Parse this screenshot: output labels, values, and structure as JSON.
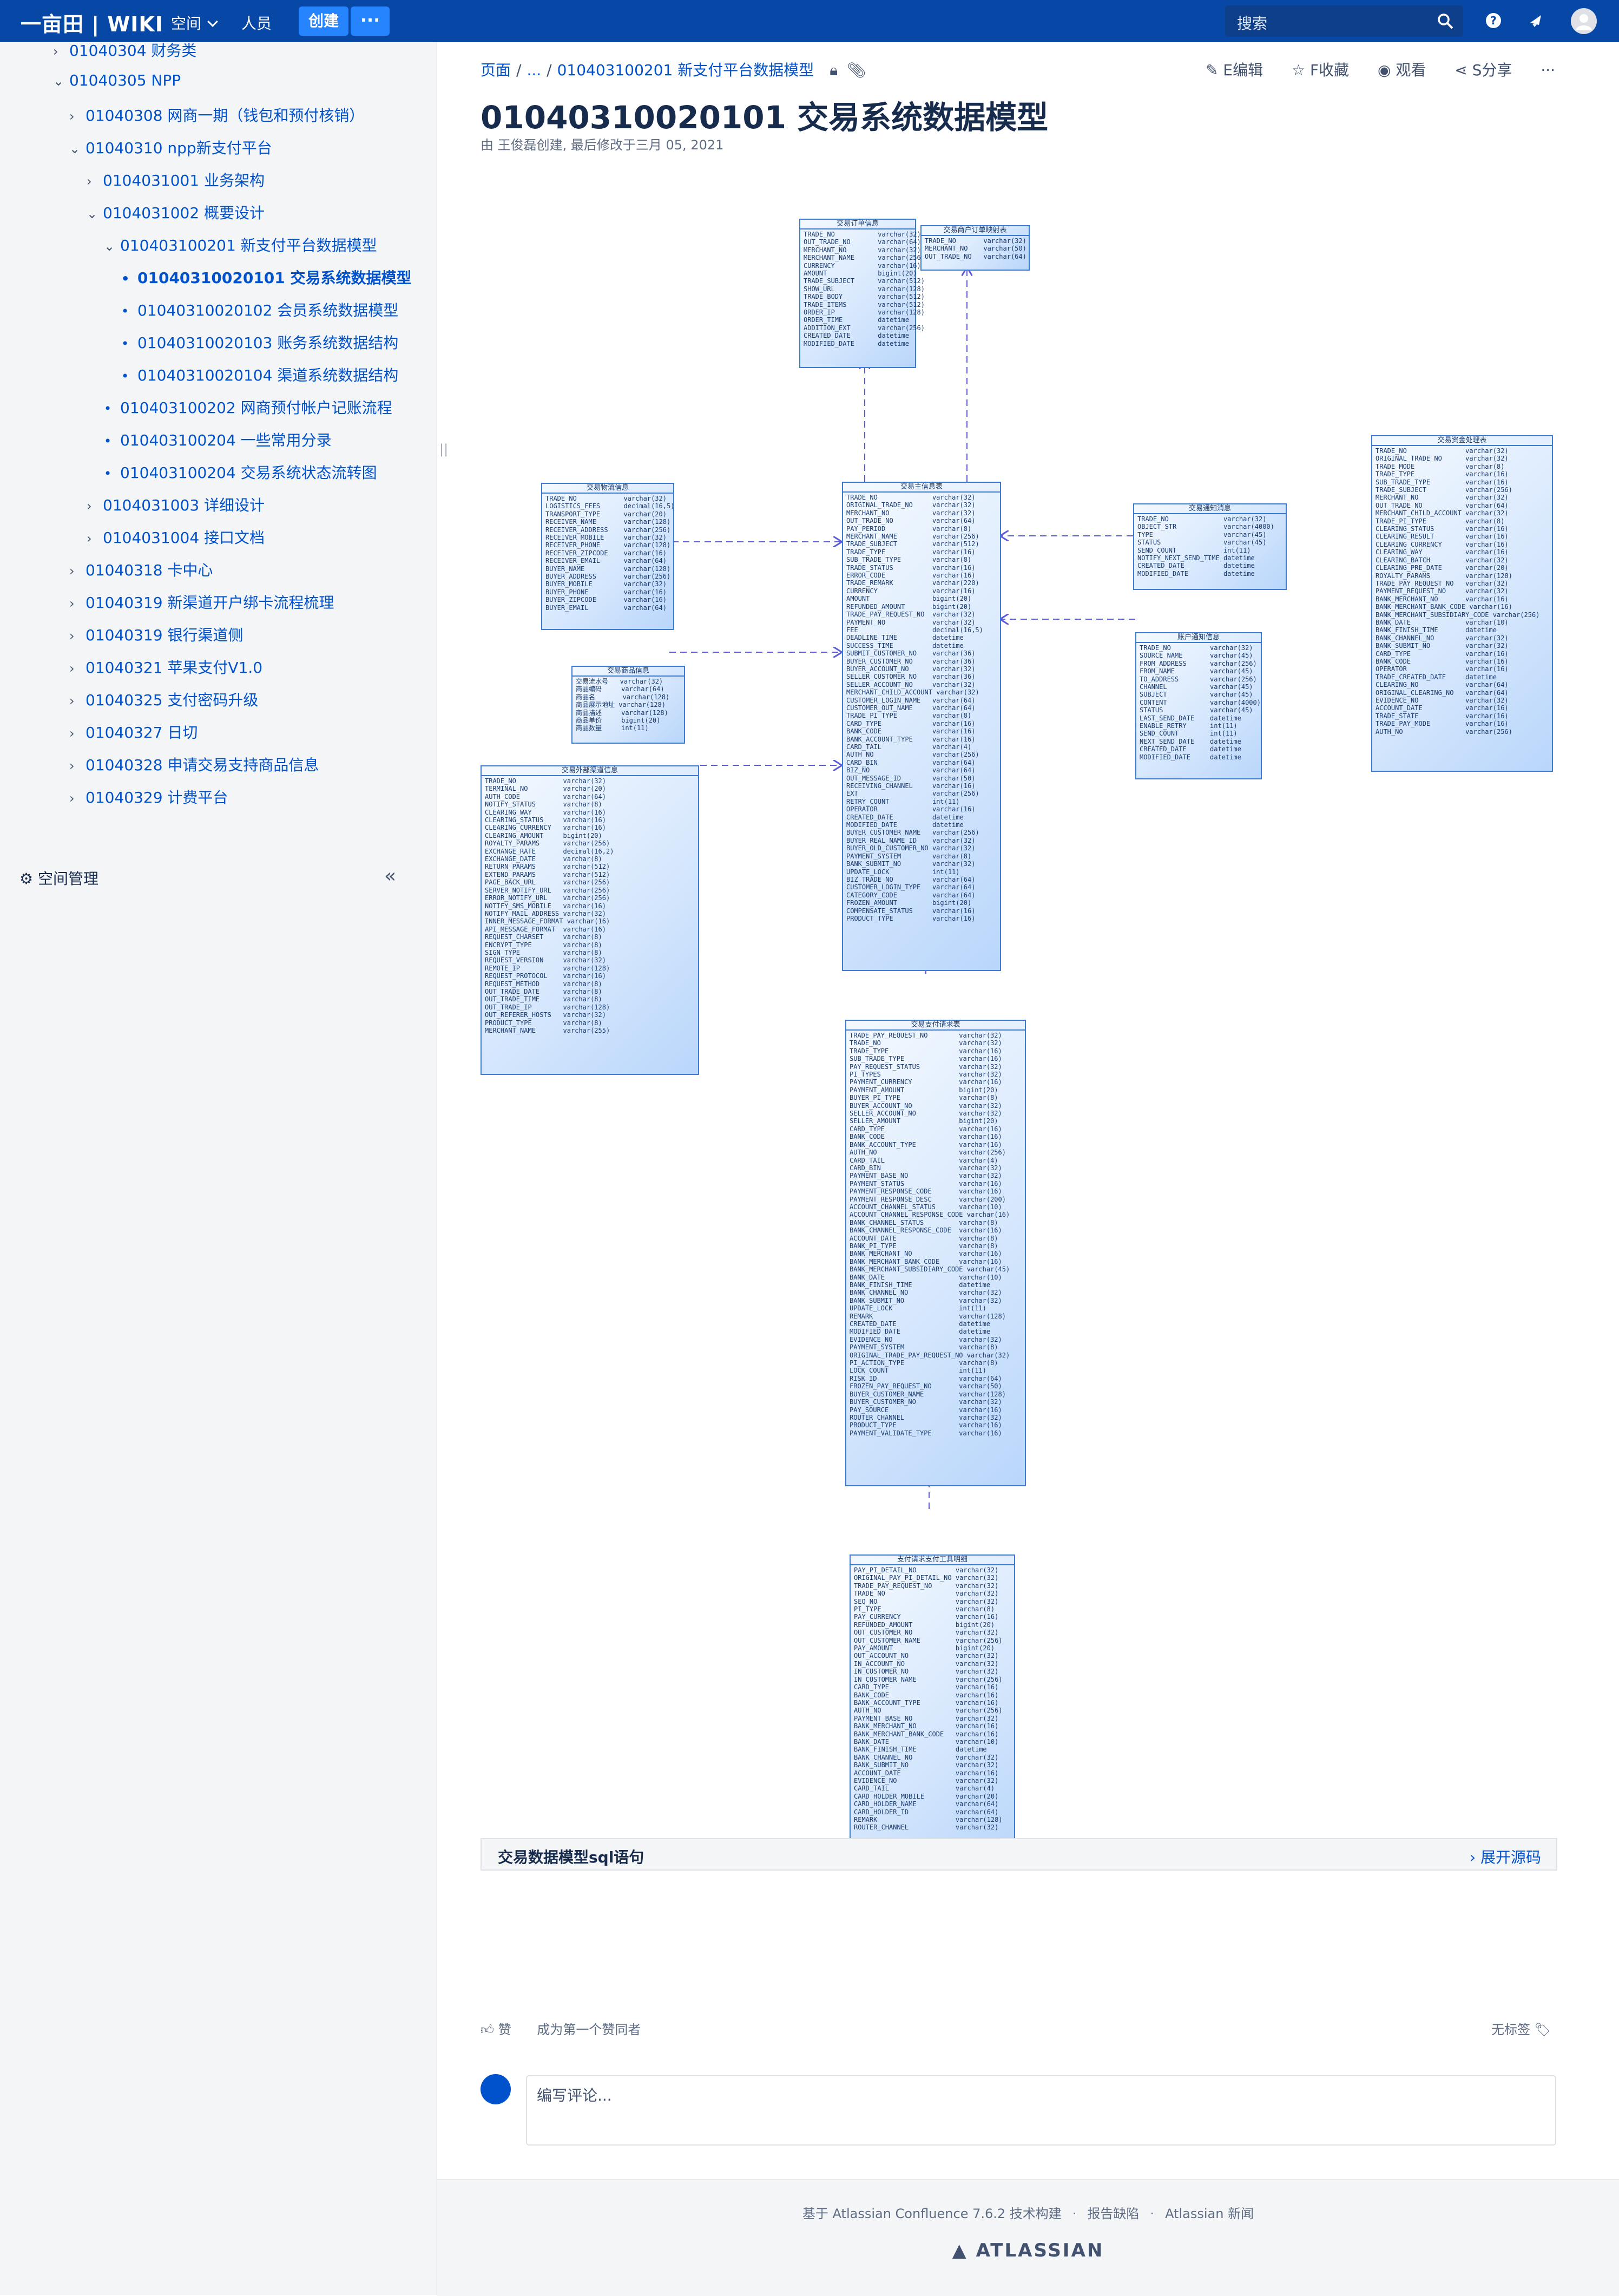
{
  "header": {
    "logo": "一亩田 | WIKI",
    "nav_space": "空间",
    "nav_people": "人员",
    "create_label": "创建",
    "more_label": "···",
    "search_placeholder": "搜索",
    "icons": [
      "search-icon",
      "help-icon",
      "notifications-icon",
      "user-avatar-icon"
    ]
  },
  "sidebar": {
    "items": [
      {
        "label": "01040304 财务类",
        "level": 1,
        "arrow": "collapsed"
      },
      {
        "label": "01040305 NPP",
        "level": 1,
        "arrow": "expanded"
      },
      {
        "label": "01040308 网商一期（钱包和预付核销）",
        "level": 2,
        "arrow": "collapsed"
      },
      {
        "label": "01040310 npp新支付平台",
        "level": 2,
        "arrow": "expanded"
      },
      {
        "label": "0104031001 业务架构",
        "level": 3,
        "arrow": "collapsed"
      },
      {
        "label": "0104031002 概要设计",
        "level": 3,
        "arrow": "expanded"
      },
      {
        "label": "010403100201 新支付平台数据模型",
        "level": 4,
        "arrow": "expanded"
      },
      {
        "label": "01040310020101 交易系统数据模型",
        "level": 5,
        "arrow": "bullet",
        "current": true
      },
      {
        "label": "01040310020102 会员系统数据模型",
        "level": 5,
        "arrow": "bullet"
      },
      {
        "label": "01040310020103 账务系统数据结构",
        "level": 5,
        "arrow": "bullet"
      },
      {
        "label": "01040310020104 渠道系统数据结构",
        "level": 5,
        "arrow": "bullet"
      },
      {
        "label": "010403100202 网商预付帐户记账流程",
        "level": 4,
        "arrow": "bullet"
      },
      {
        "label": "010403100204 一些常用分录",
        "level": 4,
        "arrow": "bullet"
      },
      {
        "label": "010403100204 交易系统状态流转图",
        "level": 4,
        "arrow": "bullet"
      },
      {
        "label": "0104031003 详细设计",
        "level": 3,
        "arrow": "collapsed"
      },
      {
        "label": "0104031004 接口文档",
        "level": 3,
        "arrow": "collapsed"
      },
      {
        "label": "01040318 卡中心",
        "level": 2,
        "arrow": "collapsed"
      },
      {
        "label": "01040319 新渠道开户绑卡流程梳理",
        "level": 2,
        "arrow": "collapsed"
      },
      {
        "label": "01040319 银行渠道侧",
        "level": 2,
        "arrow": "collapsed"
      },
      {
        "label": "01040321 苹果支付V1.0",
        "level": 2,
        "arrow": "collapsed"
      },
      {
        "label": "01040325 支付密码升级",
        "level": 2,
        "arrow": "collapsed"
      },
      {
        "label": "01040327 日切",
        "level": 2,
        "arrow": "collapsed"
      },
      {
        "label": "01040328 申请交易支持商品信息",
        "level": 2,
        "arrow": "collapsed"
      },
      {
        "label": "01040329 计费平台",
        "level": 2,
        "arrow": "collapsed"
      }
    ],
    "space_admin": "空间管理",
    "collapse_icon": "«"
  },
  "breadcrumb": {
    "root": "页面",
    "ellipsis": "...",
    "parent": "010403100201 新支付平台数据模型"
  },
  "actions": {
    "edit": "E编辑",
    "favorite": "F收藏",
    "watch": "观看",
    "share": "S分享",
    "more": "···"
  },
  "page": {
    "title": "01040310020101 交易系统数据模型",
    "byline": "由 王俊磊创建, 最后修改于三月 05, 2021"
  },
  "erd_tables": [
    {
      "id": "order",
      "title": "交易订单信息",
      "rows": [
        "TRADE_NO           varchar(32)",
        "OUT_TRADE_NO       varchar(64)",
        "MERCHANT_NO        varchar(32)",
        "MERCHANT_NAME      varchar(256)",
        "CURRENCY           varchar(16)",
        "AMOUNT             bigint(20)",
        "TRADE_SUBJECT      varchar(512)",
        "SHOW_URL           varchar(128)",
        "TRADE_BODY         varchar(512)",
        "TRADE_ITEMS        varchar(512)",
        "ORDER_IP           varchar(128)",
        "ORDER_TIME         datetime",
        "ADDITION_EXT       varchar(256)",
        "CREATED_DATE       datetime",
        "MODIFIED_DATE      datetime"
      ]
    },
    {
      "id": "merchant_account",
      "title": "交易商户订单映射表",
      "rows": [
        "TRADE_NO       varchar(32)",
        "MERCHANT_NO    varchar(50)",
        "OUT_TRADE_NO   varchar(64)"
      ]
    },
    {
      "id": "main",
      "title": "交易主信息表",
      "rows": [
        "TRADE_NO              varchar(32)",
        "ORIGINAL_TRADE_NO     varchar(32)",
        "MERCHANT_NO           varchar(32)",
        "OUT_TRADE_NO          varchar(64)",
        "PAY_PERIOD            varchar(8)",
        "MERCHANT_NAME         varchar(256)",
        "TRADE_SUBJECT         varchar(512)",
        "TRADE_TYPE            varchar(16)",
        "SUB_TRADE_TYPE        varchar(8)",
        "TRADE_STATUS          varchar(16)",
        "ERROR_CODE            varchar(16)",
        "TRADE_REMARK          varchar(220)",
        "CURRENCY              varchar(16)",
        "AMOUNT                bigint(20)",
        "REFUNDED_AMOUNT       bigint(20)",
        "TRADE_PAY_REQUEST_NO  varchar(32)",
        "PAYMENT_NO            varchar(32)",
        "FEE                   decimal(16,5)",
        "DEADLINE_TIME         datetime",
        "SUCCESS_TIME          datetime",
        "SUBMIT_CUSTOMER_NO    varchar(36)",
        "BUYER_CUSTOMER_NO     varchar(36)",
        "BUYER_ACCOUNT_NO      varchar(32)",
        "SELLER_CUSTOMER_NO    varchar(36)",
        "SELLER_ACCOUNT_NO     varchar(32)",
        "MERCHANT_CHILD_ACCOUNT varchar(32)",
        "CUSTOMER_LOGIN_NAME   varchar(64)",
        "CUSTOMER_OUT_NAME     varchar(64)",
        "TRADE_PI_TYPE         varchar(8)",
        "CARD_TYPE             varchar(16)",
        "BANK_CODE             varchar(16)",
        "BANK_ACCOUNT_TYPE     varchar(16)",
        "CARD_TAIL             varchar(4)",
        "AUTH_NO               varchar(256)",
        "CARD_BIN              varchar(64)",
        "BIZ_NO                varchar(64)",
        "OUT_MESSAGE_ID        varchar(50)",
        "RECEIVING_CHANNEL     varchar(16)",
        "EXT                   varchar(256)",
        "RETRY_COUNT           int(11)",
        "OPERATOR              varchar(16)",
        "CREATED_DATE          datetime",
        "MODIFIED_DATE         datetime",
        "BUYER_CUSTOMER_NAME   varchar(256)",
        "BUYER_REAL_NAME_ID    varchar(32)",
        "BUYER_OLD_CUSTOMER_NO varchar(32)",
        "PAYMENT_SYSTEM        varchar(8)",
        "BANK_SUBMIT_NO        varchar(32)",
        "UPDATE_LOCK           int(11)",
        "BIZ_TRADE_NO          varchar(64)",
        "CUSTOMER_LOGIN_TYPE   varchar(64)",
        "CATEGORY_CODE         varchar(64)",
        "FROZEN_AMOUNT         bigint(20)",
        "COMPENSATE_STATUS     varchar(16)",
        "PRODUCT_TYPE          varchar(16)"
      ]
    },
    {
      "id": "logistics",
      "title": "交易物流信息",
      "rows": [
        "TRADE_NO            varchar(32)",
        "LOGISTICS_FEES      decimal(16,5)",
        "TRANSPORT_TYPE      varchar(20)",
        "RECEIVER_NAME       varchar(128)",
        "RECEIVER_ADDRESS    varchar(256)",
        "RECEIVER_MOBILE     varchar(32)",
        "RECEIVER_PHONE      varchar(128)",
        "RECEIVER_ZIPCODE    varchar(16)",
        "RECEIVER_EMAIL      varchar(64)",
        "BUYER_NAME          varchar(128)",
        "BUYER_ADDRESS       varchar(256)",
        "BUYER_MOBILE        varchar(32)",
        "BUYER_PHONE         varchar(16)",
        "BUYER_ZIPCODE       varchar(16)",
        "BUYER_EMAIL         varchar(64)"
      ]
    },
    {
      "id": "goods",
      "title": "交易商品信息",
      "rows": [
        "交易流水号   varchar(32)",
        "商品编码     varchar(64)",
        "商品名       varchar(128)",
        "商品展示地址 varchar(128)",
        "商品描述     varchar(128)",
        "商品单价     bigint(20)",
        "商品数量     int(11)"
      ]
    },
    {
      "id": "third",
      "title": "交易外部渠道信息",
      "rows": [
        "TRADE_NO            varchar(32)",
        "TERMINAL_NO         varchar(20)",
        "AUTH_CODE           varchar(64)",
        "NOTIFY_STATUS       varchar(8)",
        "CLEARING_WAY        varchar(16)",
        "CLEARING_STATUS     varchar(16)",
        "CLEARING_CURRENCY   varchar(16)",
        "CLEARING_AMOUNT     bigint(20)",
        "ROYALTY_PARAMS      varchar(256)",
        "EXCHANGE_RATE       decimal(16,2)",
        "EXCHANGE_DATE       varchar(8)",
        "RETURN_PARAMS       varchar(512)",
        "EXTEND_PARAMS       varchar(512)",
        "PAGE_BACK_URL       varchar(256)",
        "SERVER_NOTIFY_URL   varchar(256)",
        "ERROR_NOTIFY_URL    varchar(256)",
        "NOTIFY_SMS_MOBILE   varchar(16)",
        "NOTIFY_MAIL_ADDRESS varchar(32)",
        "INNER_MESSAGE_FORMAT varchar(16)",
        "API_MESSAGE_FORMAT  varchar(16)",
        "REQUEST_CHARSET     varchar(8)",
        "ENCRYPT_TYPE        varchar(8)",
        "SIGN_TYPE           varchar(8)",
        "REQUEST_VERSION     varchar(32)",
        "REMOTE_IP           varchar(128)",
        "REQUEST_PROTOCOL    varchar(16)",
        "REQUEST_METHOD      varchar(8)",
        "OUT_TRADE_DATE      varchar(8)",
        "OUT_TRADE_TIME      varchar(8)",
        "OUT_TRADE_IP        varchar(128)",
        "OUT_REFERER_HOSTS   varchar(32)",
        "PRODUCT_TYPE        varchar(8)",
        "MERCHANT_NAME       varchar(255)"
      ]
    },
    {
      "id": "notify",
      "title": "交易通知消息",
      "rows": [
        "TRADE_NO              varchar(32)",
        "OBJECT_STR            varchar(4000)",
        "TYPE                  varchar(45)",
        "STATUS                varchar(45)",
        "SEND_COUNT            int(11)",
        "NOTIFY_NEXT_SEND_TIME datetime",
        "CREATED_DATE          datetime",
        "MODIFIED_DATE         datetime"
      ]
    },
    {
      "id": "acct_notify",
      "title": "账户通知信息",
      "rows": [
        "TRADE_NO          varchar(32)",
        "SOURCE_NAME       varchar(45)",
        "FROM_ADDRESS      varchar(256)",
        "FROM_NAME         varchar(45)",
        "TO_ADDRESS        varchar(256)",
        "CHANNEL           varchar(45)",
        "SUBJECT           varchar(45)",
        "CONTENT           varchar(4000)",
        "STATUS            varchar(45)",
        "LAST_SEND_DATE    datetime",
        "ENABLE_RETRY      int(11)",
        "SEND_COUNT        int(11)",
        "NEXT_SEND_DATE    datetime",
        "CREATED_DATE      datetime",
        "MODIFIED_DATE     datetime"
      ]
    },
    {
      "id": "clearing",
      "title": "交易资金处理表",
      "rows": [
        "TRADE_NO               varchar(32)",
        "ORIGINAL_TRADE_NO      varchar(32)",
        "TRADE_MODE             varchar(8)",
        "TRADE_TYPE             varchar(16)",
        "SUB_TRADE_TYPE         varchar(16)",
        "TRADE_SUBJECT          varchar(256)",
        "MERCHANT_NO            varchar(32)",
        "OUT_TRADE_NO           varchar(64)",
        "MERCHANT_CHILD_ACCOUNT varchar(32)",
        "TRADE_PI_TYPE          varchar(8)",
        "CLEARING_STATUS        varchar(16)",
        "CLEARING_RESULT        varchar(16)",
        "CLEARING_CURRENCY      varchar(16)",
        "CLEARING_WAY           varchar(16)",
        "CLEARING_BATCH         varchar(32)",
        "CLEARING_PRE_DATE      varchar(20)",
        "ROYALTY_PARAMS         varchar(128)",
        "TRADE_PAY_REQUEST_NO   varchar(32)",
        "PAYMENT_REQUEST_NO     varchar(32)",
        "BANK_MERCHANT_NO       varchar(16)",
        "BANK_MERCHANT_BANK_CODE varchar(16)",
        "BANK_MERCHANT_SUBSIDIARY_CODE varchar(256)",
        "BANK_DATE              varchar(10)",
        "BANK_FINISH_TIME       datetime",
        "BANK_CHANNEL_NO        varchar(32)",
        "BANK_SUBMIT_NO         varchar(32)",
        "CARD_TYPE              varchar(16)",
        "BANK_CODE              varchar(16)",
        "OPERATOR               varchar(16)",
        "TRADE_CREATED_DATE     datetime",
        "CLEARING_NO            varchar(64)",
        "ORIGINAL_CLEARING_NO   varchar(64)",
        "EVIDENCE_NO            varchar(32)",
        "ACCOUNT_DATE           varchar(16)",
        "TRADE_STATE            varchar(16)",
        "TRADE_PAY_MODE         varchar(16)",
        "AUTH_NO                varchar(256)"
      ]
    },
    {
      "id": "pay_request",
      "title": "交易支付请求表",
      "rows": [
        "TRADE_PAY_REQUEST_NO        varchar(32)",
        "TRADE_NO                    varchar(32)",
        "TRADE_TYPE                  varchar(16)",
        "SUB_TRADE_TYPE              varchar(16)",
        "PAY_REQUEST_STATUS          varchar(32)",
        "PI_TYPES                    varchar(32)",
        "PAYMENT_CURRENCY            varchar(16)",
        "PAYMENT_AMOUNT              bigint(20)",
        "BUYER_PI_TYPE               varchar(8)",
        "BUYER_ACCOUNT_NO            varchar(32)",
        "SELLER_ACCOUNT_NO           varchar(32)",
        "SELLER_AMOUNT               bigint(20)",
        "CARD_TYPE                   varchar(16)",
        "BANK_CODE                   varchar(16)",
        "BANK_ACCOUNT_TYPE           varchar(16)",
        "AUTH_NO                     varchar(256)",
        "CARD_TAIL                   varchar(4)",
        "CARD_BIN                    varchar(32)",
        "PAYMENT_BASE_NO             varchar(32)",
        "PAYMENT_STATUS              varchar(16)",
        "PAYMENT_RESPONSE_CODE       varchar(16)",
        "PAYMENT_RESPONSE_DESC       varchar(200)",
        "ACCOUNT_CHANNEL_STATUS      varchar(10)",
        "ACCOUNT_CHANNEL_RESPONSE_CODE varchar(16)",
        "BANK_CHANNEL_STATUS         varchar(8)",
        "BANK_CHANNEL_RESPONSE_CODE  varchar(16)",
        "ACCOUNT_DATE                varchar(8)",
        "BANK_PI_TYPE                varchar(8)",
        "BANK_MERCHANT_NO            varchar(16)",
        "BANK_MERCHANT_BANK_CODE     varchar(16)",
        "BANK_MERCHANT_SUBSIDIARY_CODE varchar(45)",
        "BANK_DATE                   varchar(10)",
        "BANK_FINISH_TIME            datetime",
        "BANK_CHANNEL_NO             varchar(32)",
        "BANK_SUBMIT_NO              varchar(32)",
        "UPDATE_LOCK                 int(11)",
        "REMARK                      varchar(128)",
        "CREATED_DATE                datetime",
        "MODIFIED_DATE               datetime",
        "EVIDENCE_NO                 varchar(32)",
        "PAYMENT_SYSTEM              varchar(8)",
        "ORIGINAL_TRADE_PAY_REQUEST_NO varchar(32)",
        "PI_ACTION_TYPE              varchar(8)",
        "LOCK_COUNT                  int(11)",
        "RISK_ID                     varchar(64)",
        "FROZEN_PAY_REQUEST_NO       varchar(50)",
        "BUYER_CUSTOMER_NAME         varchar(128)",
        "BUYER_CUSTOMER_NO           varchar(32)",
        "PAY_SOURCE                  varchar(16)",
        "ROUTER_CHANNEL              varchar(32)",
        "PRODUCT_TYPE                varchar(16)",
        "PAYMENT_VALIDATE_TYPE       varchar(16)"
      ]
    },
    {
      "id": "pay_detail",
      "title": "支付请求支付工具明细",
      "rows": [
        "PAY_PI_DETAIL_NO          varchar(32)",
        "ORIGINAL_PAY_PI_DETAIL_NO varchar(32)",
        "TRADE_PAY_REQUEST_NO      varchar(32)",
        "TRADE_NO                  varchar(32)",
        "SEQ_NO                    varchar(32)",
        "PI_TYPE                   varchar(8)",
        "PAY_CURRENCY              varchar(16)",
        "REFUNDED_AMOUNT           bigint(20)",
        "OUT_CUSTOMER_NO           varchar(32)",
        "OUT_CUSTOMER_NAME         varchar(256)",
        "PAY_AMOUNT                bigint(20)",
        "OUT_ACCOUNT_NO            varchar(32)",
        "IN_ACCOUNT_NO             varchar(32)",
        "IN_CUSTOMER_NO            varchar(32)",
        "IN_CUSTOMER_NAME          varchar(256)",
        "CARD_TYPE                 varchar(16)",
        "BANK_CODE                 varchar(16)",
        "BANK_ACCOUNT_TYPE         varchar(16)",
        "AUTH_NO                   varchar(256)",
        "PAYMENT_BASE_NO           varchar(32)",
        "BANK_MERCHANT_NO          varchar(16)",
        "BANK_MERCHANT_BANK_CODE   varchar(16)",
        "BANK_DATE                 varchar(10)",
        "BANK_FINISH_TIME          datetime",
        "BANK_CHANNEL_NO           varchar(32)",
        "BANK_SUBMIT_NO            varchar(32)",
        "ACCOUNT_DATE              varchar(16)",
        "EVIDENCE_NO               varchar(32)",
        "CARD_TAIL                 varchar(4)",
        "CARD_HOLDER_MOBILE        varchar(20)",
        "CARD_HOLDER_NAME          varchar(64)",
        "CARD_HOLDER_ID            varchar(64)",
        "REMARK                    varchar(128)",
        "ROUTER_CHANNEL            varchar(32)"
      ]
    }
  ],
  "expand_section": {
    "title": "交易数据模型sql语句",
    "toggle": "展开源码"
  },
  "like": {
    "label": "赞",
    "hint": "成为第一个赞同者"
  },
  "labels": {
    "none": "无标签"
  },
  "comment": {
    "placeholder": "编写评论..."
  },
  "footer": {
    "powered": "基于 Atlassian Confluence 7.6.2 技术构建",
    "report": "报告缺陷",
    "news": "Atlassian 新闻",
    "brand": "ATLASSIAN"
  }
}
